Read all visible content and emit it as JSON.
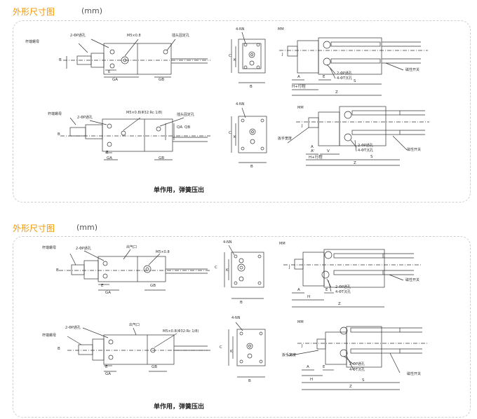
{
  "sections": [
    {
      "title": "外形尺寸图",
      "unit": "(mm)",
      "caption": "单作用，弹簧压出",
      "views": {
        "top": {
          "labels": [
            "杆端螺母",
            "2-ΦP通孔",
            "M5×0.8",
            "插头固定孔"
          ],
          "dims": [
            "B",
            "E",
            "GA",
            "GB"
          ]
        },
        "bottom": {
          "labels": [
            "杆端螺母",
            "2-ΦP通孔",
            "M5×0.8(Φ32:Rc 1/8)",
            "插头固定孔"
          ],
          "dims": [
            "B",
            "E",
            "GA",
            "GB",
            "QA",
            "QB"
          ]
        },
        "endtop": {
          "labels": [
            "4-NN"
          ],
          "dims": [
            "C",
            "K",
            "B"
          ]
        },
        "endbottom": {
          "labels": [
            "4-NN"
          ],
          "dims": [
            "C",
            "K",
            "B"
          ]
        },
        "sidetop": {
          "labels": [
            "MM",
            "2-ΦP通孔",
            "4-ΦT沉孔",
            "磁性开关"
          ],
          "dims": [
            "A",
            "E",
            "S",
            "H+行程",
            "Z",
            "J"
          ]
        },
        "sidebottom": {
          "labels": [
            "MM",
            "扳手宽度",
            "2-ΦP通孔",
            "4-ΦT沉孔",
            "磁性开关"
          ],
          "dims": [
            "A",
            "A'",
            "V",
            "S",
            "H+行程",
            "Z",
            "J"
          ]
        }
      }
    },
    {
      "title": "外形尺寸图",
      "unit": "(mm)",
      "caption": "单作用，弹簧压出",
      "views": {
        "top": {
          "labels": [
            "杆端螺母",
            "2-ΦP通孔",
            "出气口",
            "M5×0.8"
          ],
          "dims": [
            "B",
            "E",
            "GA",
            "GB"
          ]
        },
        "bottom": {
          "labels": [
            "杆端螺母",
            "2-ΦP通孔",
            "出气口",
            "M5×0.8(Φ32:Rc 1/8)"
          ],
          "dims": [
            "B",
            "E",
            "GA",
            "GB"
          ]
        },
        "endtop": {
          "labels": [
            "4-NN"
          ],
          "dims": [
            "C",
            "K",
            "B"
          ]
        },
        "endbottom": {
          "labels": [
            "4-NN"
          ],
          "dims": [
            "C",
            "K",
            "B"
          ]
        },
        "sidetop": {
          "labels": [
            "MM",
            "2-ΦP通孔",
            "4-ΦT沉孔",
            "磁性开关"
          ],
          "dims": [
            "A",
            "E",
            "H",
            "Z",
            "J"
          ]
        },
        "sidebottom": {
          "labels": [
            "MM",
            "扳手宽度",
            "2-ΦP通孔",
            "4-ΦT沉孔",
            "磁性开关"
          ],
          "dims": [
            "A",
            "E",
            "H",
            "S",
            "Z",
            "J"
          ]
        }
      }
    }
  ],
  "colors": {
    "title": "#f39800",
    "line": "#333333",
    "border": "#cfcfcf"
  }
}
